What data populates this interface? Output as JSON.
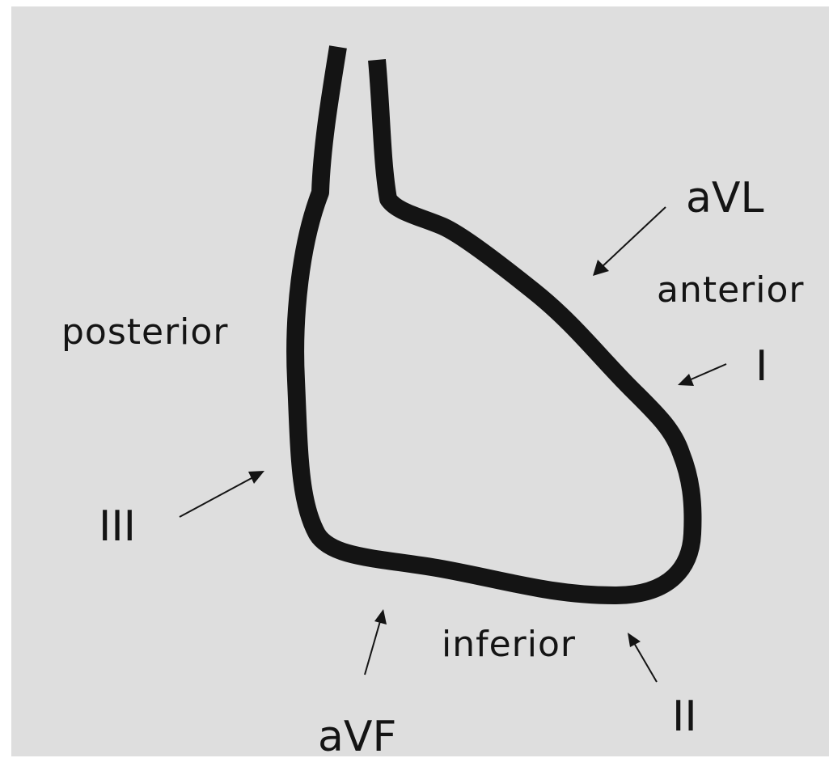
{
  "diagram": {
    "colors": {
      "background": "#dedede",
      "outline": "#141414",
      "text": "#141414"
    },
    "walls": {
      "anterior": "anterior",
      "posterior": "posterior",
      "inferior": "inferior"
    },
    "leads": {
      "avl": "aVL",
      "i": "I",
      "ii": "II",
      "iii": "III",
      "avf": "aVF"
    }
  }
}
